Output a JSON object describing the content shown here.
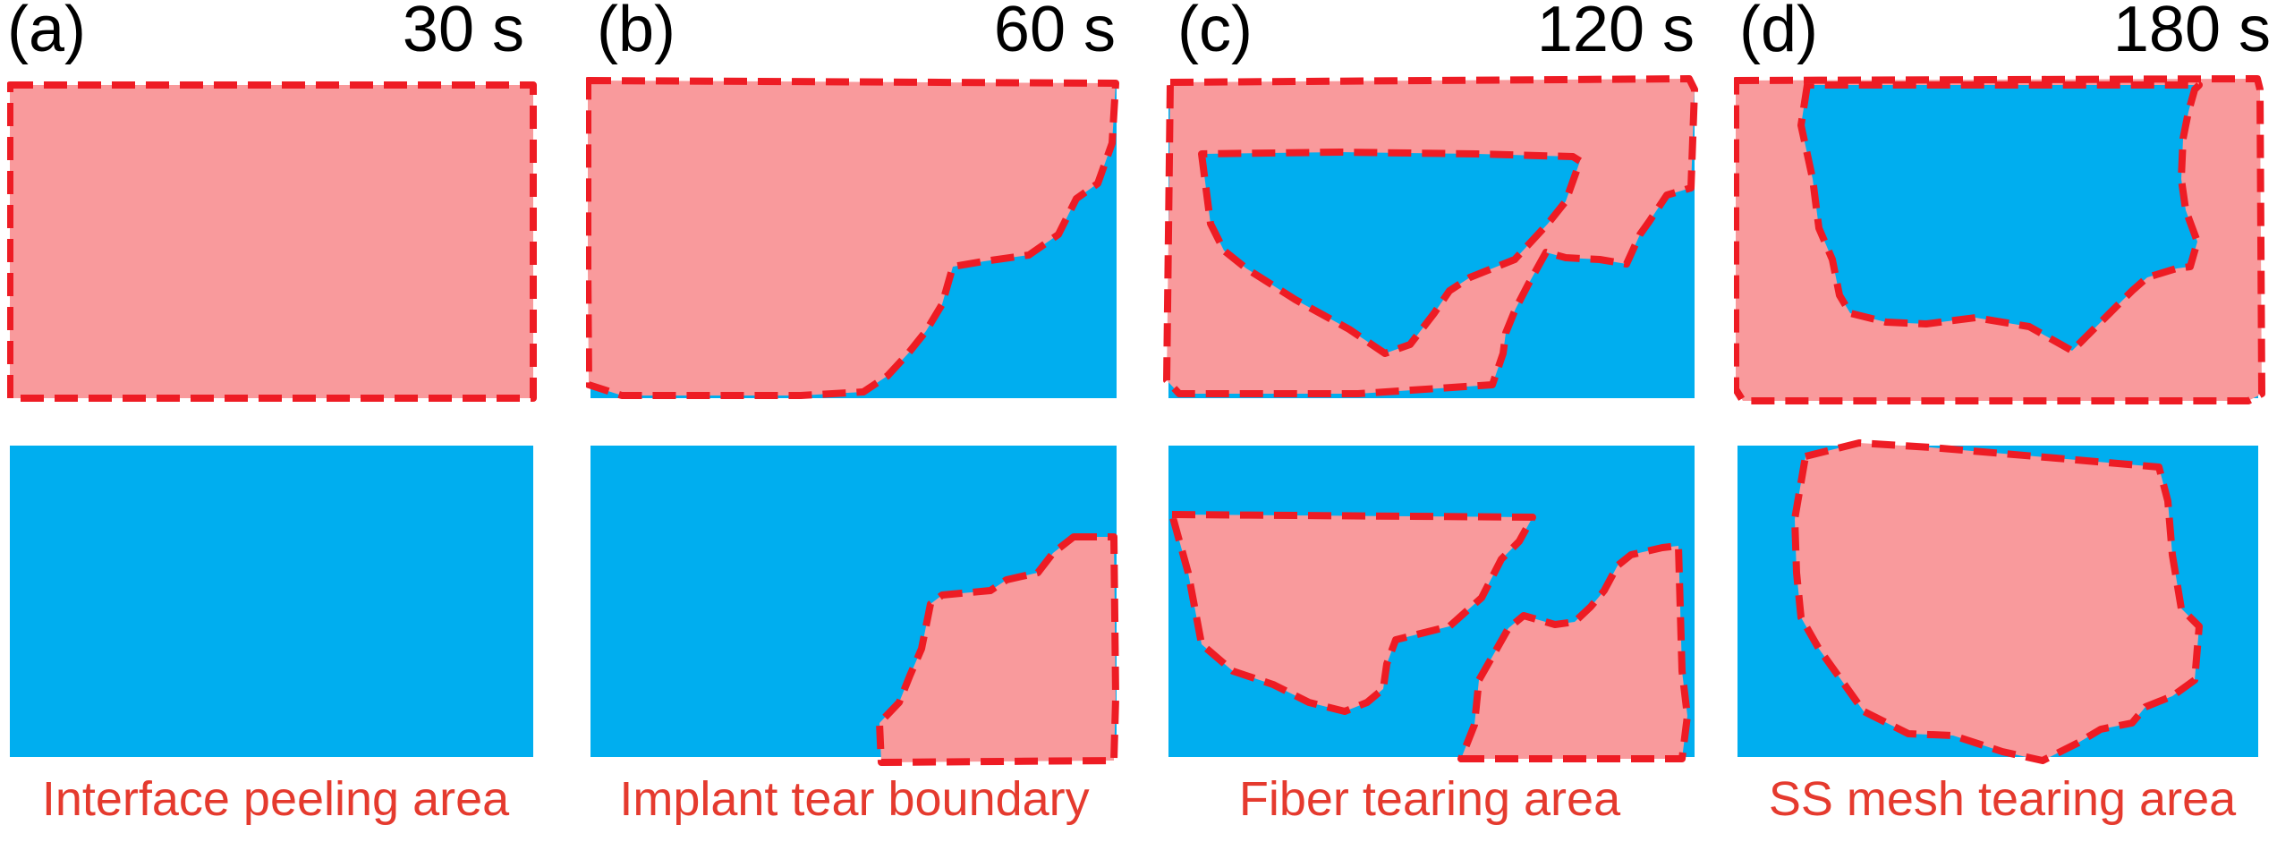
{
  "colors": {
    "substrate": "#00aeef",
    "region_fill": "#f99a9c",
    "region_outline": "#ee1c24",
    "caption": "#e53a2e"
  },
  "panels": [
    {
      "letter": "(a)",
      "time": "30 s",
      "caption": "Interface peeling area"
    },
    {
      "letter": "(b)",
      "time": "60 s",
      "caption": "Implant tear boundary"
    },
    {
      "letter": "(c)",
      "time": "120 s",
      "caption": "Fiber tearing area"
    },
    {
      "letter": "(d)",
      "time": "180 s",
      "caption": "SS mesh tearing area"
    }
  ]
}
